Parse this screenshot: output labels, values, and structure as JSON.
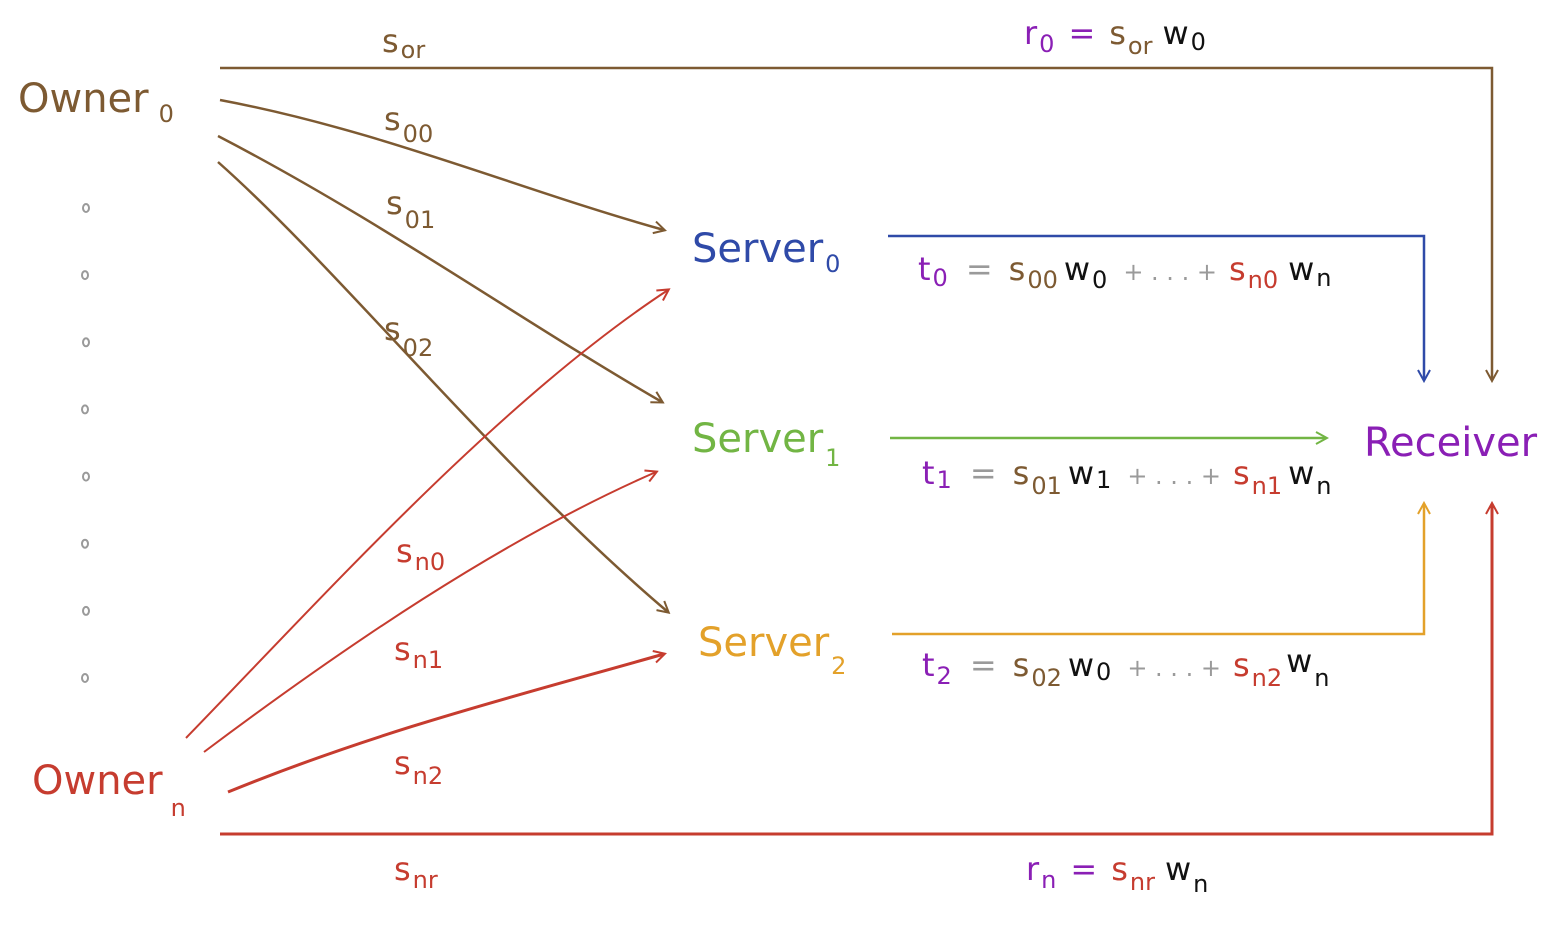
{
  "colors": {
    "owner0": "#7d5a32",
    "ownerN": "#c63c2f",
    "server0": "#2f4aa8",
    "server1": "#72b544",
    "server2": "#e3a12a",
    "receiver": "#8a1fb5",
    "ellipsis": "#9a9a9a",
    "weight": "#111111"
  },
  "nodes": {
    "owner0": {
      "text": "Owner",
      "sub": "0"
    },
    "ownerN": {
      "text": "Owner",
      "sub": "n"
    },
    "server0": {
      "text": "Server",
      "sub": "0"
    },
    "server1": {
      "text": "Server",
      "sub": "1"
    },
    "server2": {
      "text": "Server",
      "sub": "2"
    },
    "receiver": {
      "text": "Receiver"
    }
  },
  "edges": {
    "s_or": {
      "base": "s",
      "sub": "or"
    },
    "s_00": {
      "base": "s",
      "sub": "00"
    },
    "s_01": {
      "base": "s",
      "sub": "01"
    },
    "s_02": {
      "base": "s",
      "sub": "02"
    },
    "s_n0": {
      "base": "s",
      "sub": "n0"
    },
    "s_n1": {
      "base": "s",
      "sub": "n1"
    },
    "s_n2": {
      "base": "s",
      "sub": "n2"
    },
    "s_nr": {
      "base": "s",
      "sub": "nr"
    }
  },
  "formulas": {
    "r0": {
      "lhs": "r",
      "lhs_sub": "0",
      "eq": "=",
      "s": "s",
      "s_sub": "or",
      "w": "w",
      "w_sub": "0"
    },
    "rn": {
      "lhs": "r",
      "lhs_sub": "n",
      "eq": "=",
      "s": "s",
      "s_sub": "nr",
      "w": "w",
      "w_sub": "n"
    },
    "t0": {
      "lhs": "t",
      "lhs_sub": "0",
      "eq": "=",
      "s1": "s",
      "s1_sub": "00",
      "w1": "w",
      "w1_sub": "0",
      "mid": "+ . . . +",
      "s2": "s",
      "s2_sub": "n0",
      "w2": "w",
      "w2_sub": "n"
    },
    "t1": {
      "lhs": "t",
      "lhs_sub": "1",
      "eq": "=",
      "s1": "s",
      "s1_sub": "01",
      "w1": "w",
      "w1_sub": "1",
      "mid": "+ . . . +",
      "s2": "s",
      "s2_sub": "n1",
      "w2": "w",
      "w2_sub": "n"
    },
    "t2": {
      "lhs": "t",
      "lhs_sub": "2",
      "eq": "=",
      "s1": "s",
      "s1_sub": "02",
      "w1": "w",
      "w1_sub": "0",
      "mid": "+ . . . +",
      "s2": "s",
      "s2_sub": "n2",
      "w2": "w",
      "w2_sub": "n"
    }
  },
  "ellipsis_dots": 8
}
